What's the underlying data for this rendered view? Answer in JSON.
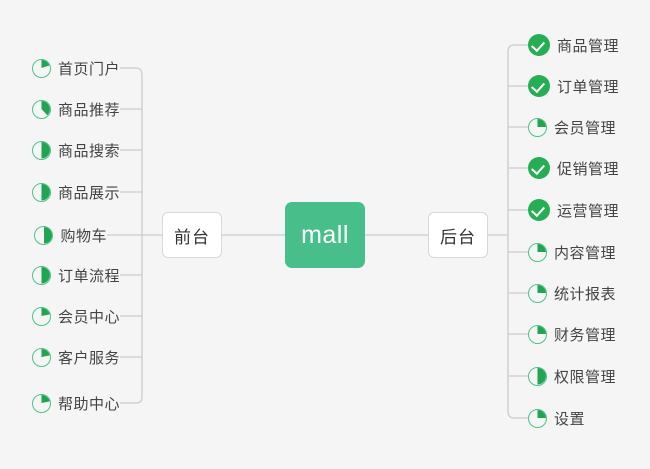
{
  "diagram": {
    "type": "mindmap",
    "background_color": "#f5f5f5",
    "accent_color": "#48BF8B",
    "check_color": "#27AE55",
    "pie_ring_color": "#4CC38A",
    "pie_fill_color": "#21A453",
    "edge_color": "#cccccc",
    "root": {
      "label": "mall"
    },
    "branches": [
      {
        "id": "frontend",
        "label": "前台",
        "side": "left"
      },
      {
        "id": "backend",
        "label": "后台",
        "side": "right"
      }
    ],
    "left_items": [
      {
        "label": "首页门户",
        "icon": "pie-icon",
        "progress": 20
      },
      {
        "label": "商品推荐",
        "icon": "pie-icon",
        "progress": 38
      },
      {
        "label": "商品搜索",
        "icon": "pie-icon",
        "progress": 50
      },
      {
        "label": "商品展示",
        "icon": "pie-icon",
        "progress": 50
      },
      {
        "label": "购物车",
        "icon": "pie-icon",
        "progress": 50
      },
      {
        "label": "订单流程",
        "icon": "pie-icon",
        "progress": 50
      },
      {
        "label": "会员中心",
        "icon": "pie-icon",
        "progress": 22
      },
      {
        "label": "客户服务",
        "icon": "pie-icon",
        "progress": 22
      },
      {
        "label": "帮助中心",
        "icon": "pie-icon",
        "progress": 22
      }
    ],
    "right_items": [
      {
        "label": "商品管理",
        "icon": "check-circle-icon",
        "progress": 100
      },
      {
        "label": "订单管理",
        "icon": "check-circle-icon",
        "progress": 100
      },
      {
        "label": "会员管理",
        "icon": "pie-icon",
        "progress": 25
      },
      {
        "label": "促销管理",
        "icon": "check-circle-icon",
        "progress": 100
      },
      {
        "label": "运营管理",
        "icon": "check-circle-icon",
        "progress": 100
      },
      {
        "label": "内容管理",
        "icon": "pie-icon",
        "progress": 25
      },
      {
        "label": "统计报表",
        "icon": "pie-icon",
        "progress": 25
      },
      {
        "label": "财务管理",
        "icon": "pie-icon",
        "progress": 25
      },
      {
        "label": "权限管理",
        "icon": "pie-icon",
        "progress": 50
      },
      {
        "label": "设置",
        "icon": "pie-icon",
        "progress": 25
      }
    ]
  }
}
